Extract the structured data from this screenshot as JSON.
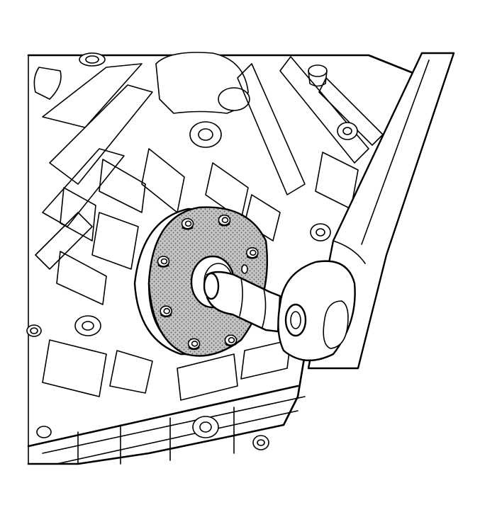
{
  "diagram": {
    "kind": "technical-line-illustration",
    "colors": {
      "line": "#000000",
      "background": "#ffffff",
      "flange_shading": "#9a9a9a"
    },
    "parts": {
      "engine_block": "engine-block-casting",
      "flange": "crankshaft-flange",
      "bolts": 8,
      "tool_shaft": "tool-shaft",
      "tool_handle": "tool-handle"
    }
  }
}
